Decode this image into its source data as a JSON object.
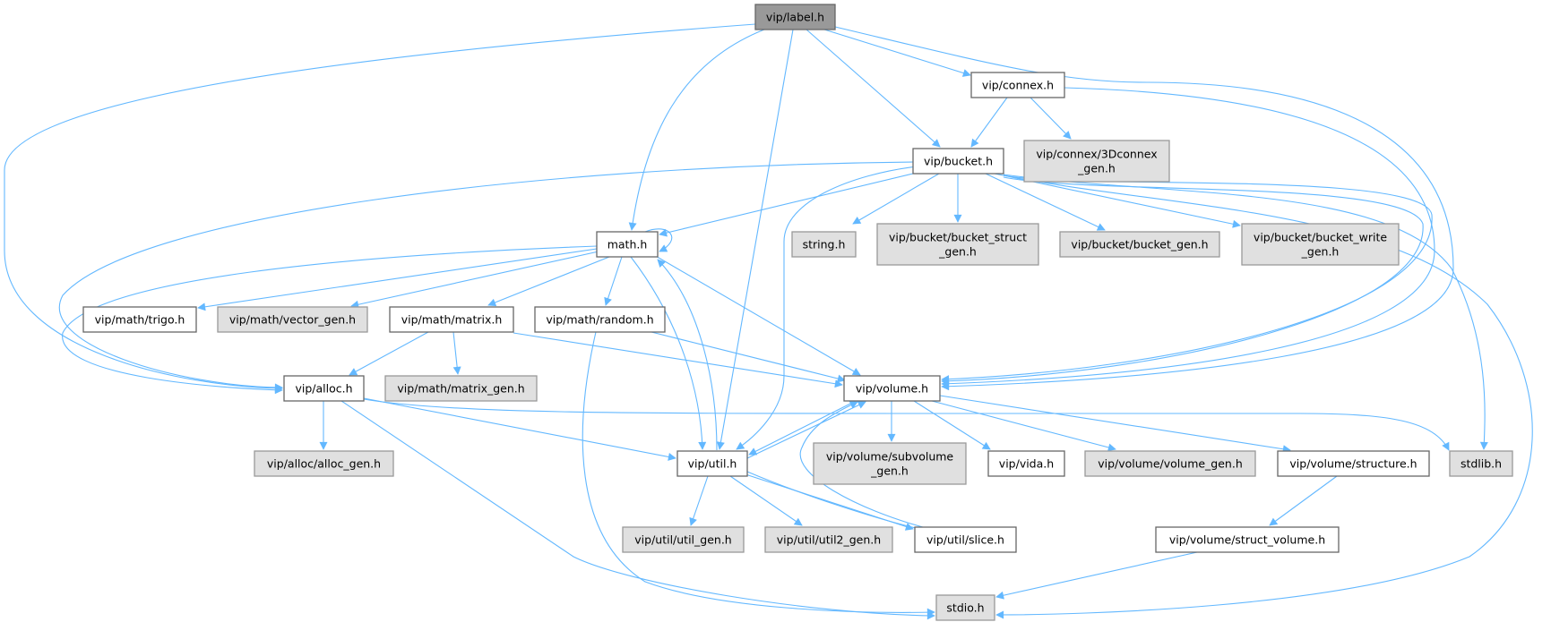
{
  "graph": {
    "title": "vip/label.h",
    "colors": {
      "edge": "#63b8ff",
      "root_fill": "#999999",
      "normal_fill": "#ffffff",
      "external_fill": "#e0e0e0",
      "normal_stroke": "#666666",
      "external_stroke": "#999999"
    },
    "nodes": [
      {
        "id": "label",
        "kind": "root",
        "lines": [
          "vip/label.h"
        ]
      },
      {
        "id": "connex",
        "kind": "normal",
        "lines": [
          "vip/connex.h"
        ]
      },
      {
        "id": "connex3d",
        "kind": "external",
        "lines": [
          "vip/connex/3Dconnex",
          "_gen.h"
        ]
      },
      {
        "id": "bucket",
        "kind": "normal",
        "lines": [
          "vip/bucket.h"
        ]
      },
      {
        "id": "math",
        "kind": "normal",
        "lines": [
          "math.h"
        ]
      },
      {
        "id": "string",
        "kind": "external",
        "lines": [
          "string.h"
        ]
      },
      {
        "id": "bstruct",
        "kind": "external",
        "lines": [
          "vip/bucket/bucket_struct",
          "_gen.h"
        ]
      },
      {
        "id": "bgen",
        "kind": "external",
        "lines": [
          "vip/bucket/bucket_gen.h"
        ]
      },
      {
        "id": "bwrite",
        "kind": "external",
        "lines": [
          "vip/bucket/bucket_write",
          "_gen.h"
        ]
      },
      {
        "id": "trigo",
        "kind": "normal",
        "lines": [
          "vip/math/trigo.h"
        ]
      },
      {
        "id": "vecgen",
        "kind": "external",
        "lines": [
          "vip/math/vector_gen.h"
        ]
      },
      {
        "id": "matrix",
        "kind": "normal",
        "lines": [
          "vip/math/matrix.h"
        ]
      },
      {
        "id": "random",
        "kind": "normal",
        "lines": [
          "vip/math/random.h"
        ]
      },
      {
        "id": "alloc",
        "kind": "normal",
        "lines": [
          "vip/alloc.h"
        ]
      },
      {
        "id": "matgen",
        "kind": "external",
        "lines": [
          "vip/math/matrix_gen.h"
        ]
      },
      {
        "id": "volume",
        "kind": "normal",
        "lines": [
          "vip/volume.h"
        ]
      },
      {
        "id": "allocgen",
        "kind": "external",
        "lines": [
          "vip/alloc/alloc_gen.h"
        ]
      },
      {
        "id": "util",
        "kind": "normal",
        "lines": [
          "vip/util.h"
        ]
      },
      {
        "id": "subvol",
        "kind": "external",
        "lines": [
          "vip/volume/subvolume",
          "_gen.h"
        ]
      },
      {
        "id": "vida",
        "kind": "normal",
        "lines": [
          "vip/vida.h"
        ]
      },
      {
        "id": "volgen",
        "kind": "external",
        "lines": [
          "vip/volume/volume_gen.h"
        ]
      },
      {
        "id": "structure",
        "kind": "normal",
        "lines": [
          "vip/volume/structure.h"
        ]
      },
      {
        "id": "stdlib",
        "kind": "external",
        "lines": [
          "stdlib.h"
        ]
      },
      {
        "id": "utilgen",
        "kind": "external",
        "lines": [
          "vip/util/util_gen.h"
        ]
      },
      {
        "id": "util2gen",
        "kind": "external",
        "lines": [
          "vip/util/util2_gen.h"
        ]
      },
      {
        "id": "slice",
        "kind": "normal",
        "lines": [
          "vip/util/slice.h"
        ]
      },
      {
        "id": "structvol",
        "kind": "normal",
        "lines": [
          "vip/volume/struct_volume.h"
        ]
      },
      {
        "id": "stdio",
        "kind": "external",
        "lines": [
          "stdio.h"
        ]
      }
    ],
    "edges": [
      [
        "label",
        "alloc"
      ],
      [
        "label",
        "math"
      ],
      [
        "label",
        "util"
      ],
      [
        "label",
        "bucket"
      ],
      [
        "label",
        "connex"
      ],
      [
        "label",
        "volume"
      ],
      [
        "connex",
        "bucket"
      ],
      [
        "connex",
        "connex3d"
      ],
      [
        "connex",
        "volume"
      ],
      [
        "bucket",
        "alloc"
      ],
      [
        "bucket",
        "math"
      ],
      [
        "bucket",
        "util"
      ],
      [
        "bucket",
        "string"
      ],
      [
        "bucket",
        "bstruct"
      ],
      [
        "bucket",
        "bgen"
      ],
      [
        "bucket",
        "bwrite"
      ],
      [
        "bucket",
        "volume"
      ],
      [
        "bucket",
        "volume"
      ],
      [
        "bucket",
        "stdlib"
      ],
      [
        "bucket",
        "stdio"
      ],
      [
        "math",
        "math"
      ],
      [
        "math",
        "trigo"
      ],
      [
        "math",
        "vecgen"
      ],
      [
        "math",
        "matrix"
      ],
      [
        "math",
        "random"
      ],
      [
        "math",
        "alloc"
      ],
      [
        "math",
        "util"
      ],
      [
        "util",
        "math"
      ],
      [
        "math",
        "volume"
      ],
      [
        "matrix",
        "alloc"
      ],
      [
        "matrix",
        "matgen"
      ],
      [
        "matrix",
        "volume"
      ],
      [
        "random",
        "volume"
      ],
      [
        "random",
        "stdio"
      ],
      [
        "alloc",
        "allocgen"
      ],
      [
        "alloc",
        "util"
      ],
      [
        "alloc",
        "stdlib"
      ],
      [
        "alloc",
        "stdio"
      ],
      [
        "volume",
        "util"
      ],
      [
        "util",
        "volume"
      ],
      [
        "volume",
        "subvol"
      ],
      [
        "volume",
        "vida"
      ],
      [
        "volume",
        "volgen"
      ],
      [
        "volume",
        "structure"
      ],
      [
        "slice",
        "volume"
      ],
      [
        "util",
        "utilgen"
      ],
      [
        "util",
        "util2gen"
      ],
      [
        "util",
        "slice"
      ],
      [
        "structure",
        "structvol"
      ],
      [
        "structvol",
        "stdio"
      ]
    ]
  }
}
